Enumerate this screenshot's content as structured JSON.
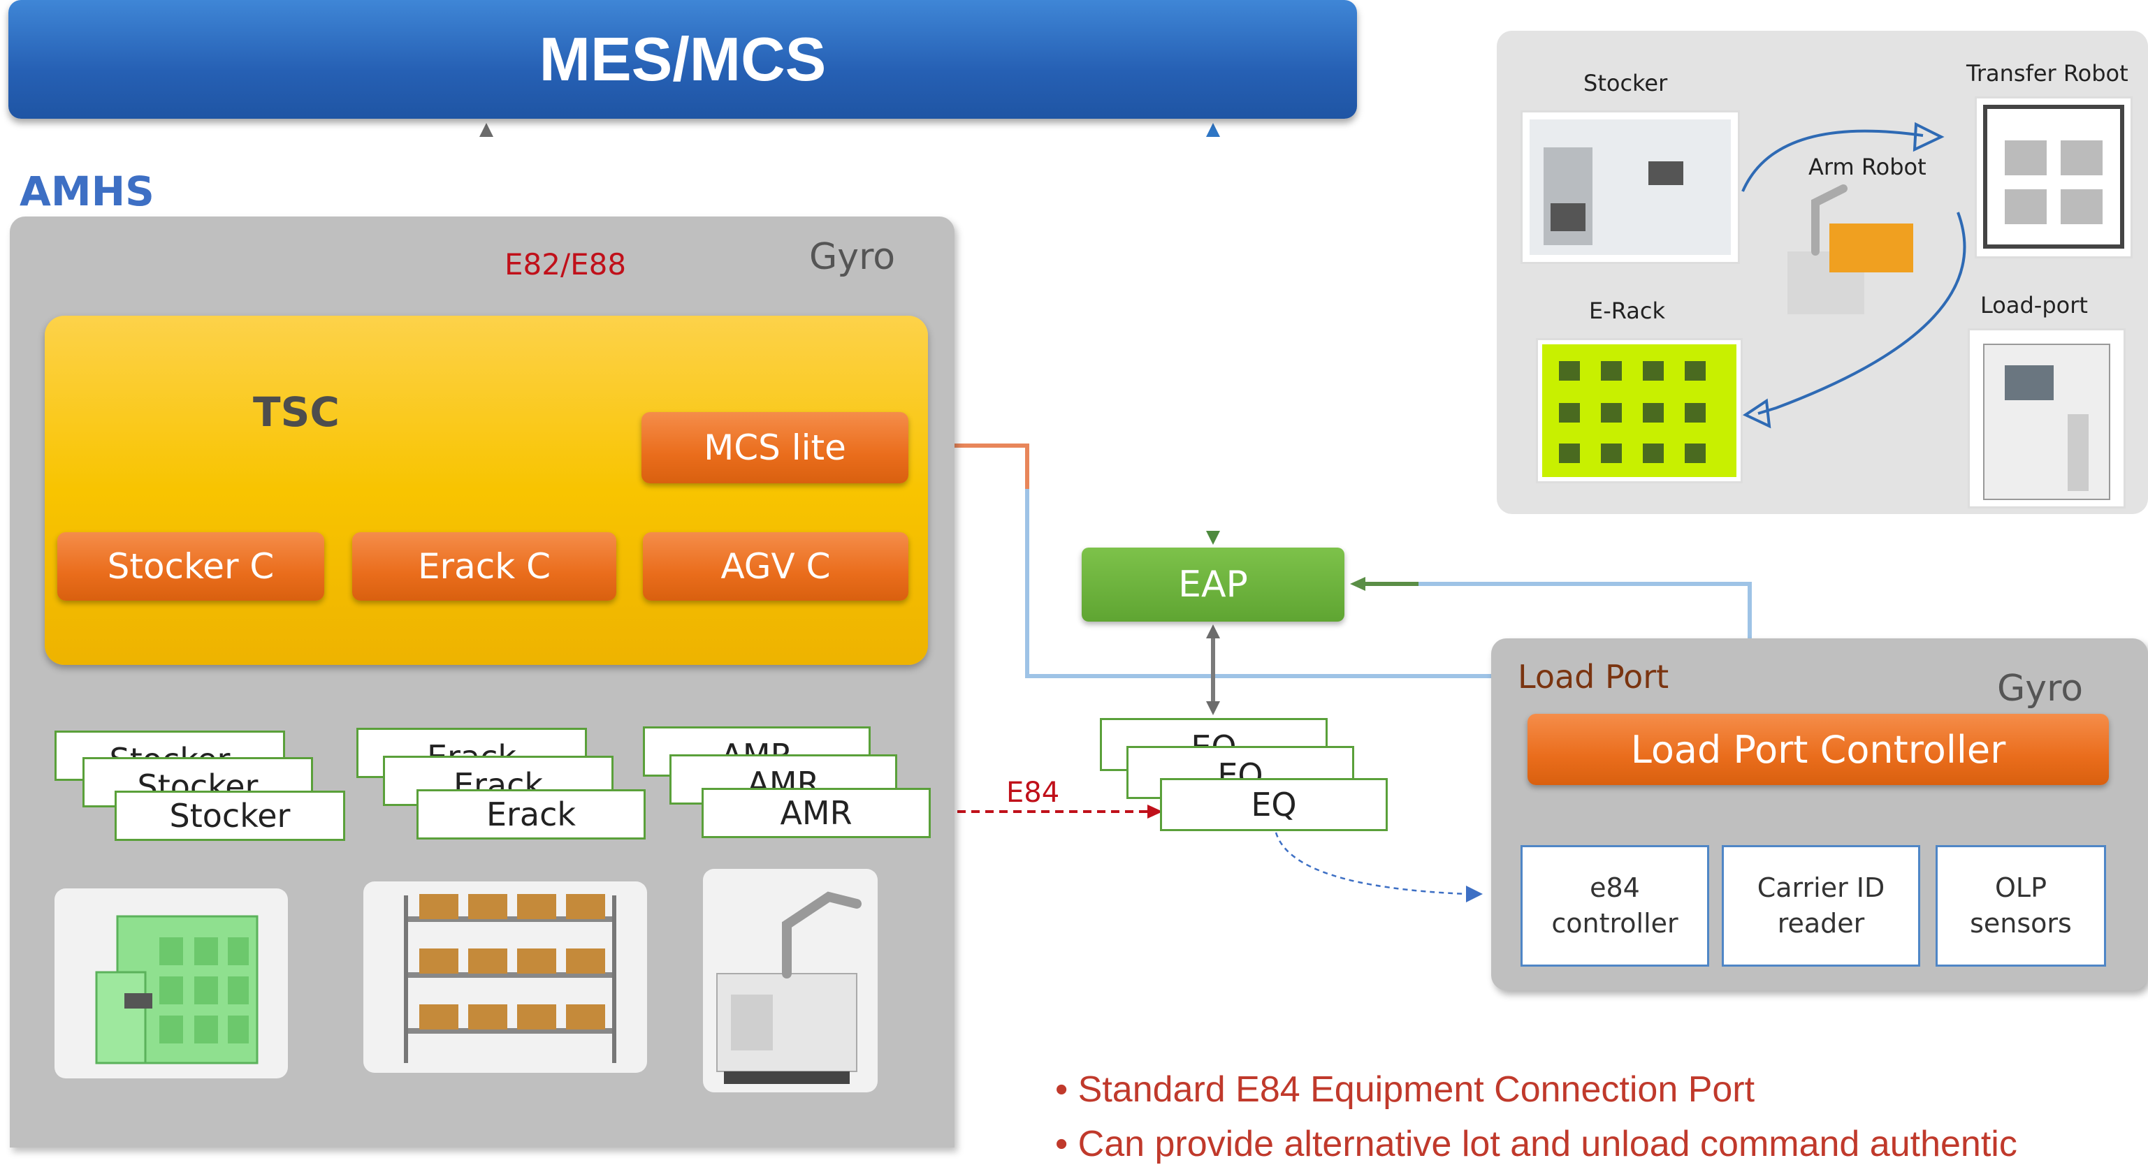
{
  "header": {
    "title": "MES/MCS"
  },
  "amhs": {
    "label": "AMHS",
    "gyro": "Gyro",
    "tsc": {
      "label": "TSC",
      "mcs_lite": "MCS lite",
      "controllers": [
        "Stocker C",
        "Erack C",
        "AGV C"
      ]
    },
    "protocol_mes": "E82/E88",
    "devices": {
      "stocker": [
        "Stocker",
        "Stocker",
        "Stocker"
      ],
      "erack": [
        "Erack",
        "Erack",
        "Erack"
      ],
      "amr": [
        "AMR",
        "AMR",
        "AMR"
      ]
    }
  },
  "eap": {
    "label": "EAP"
  },
  "equipment": {
    "items": [
      "EQ",
      "EQ",
      "EQ"
    ],
    "protocol": "E84"
  },
  "load_port": {
    "label": "Load Port",
    "gyro": "Gyro",
    "controller": "Load Port Controller",
    "sub_modules": [
      {
        "line1": "e84",
        "line2": "controller"
      },
      {
        "line1": "Carrier ID",
        "line2": "reader"
      },
      {
        "line1": "OLP",
        "line2": "sensors"
      }
    ]
  },
  "photo_panel": {
    "labels": {
      "stocker": "Stocker",
      "transfer_robot": "Transfer Robot",
      "arm_robot": "Arm Robot",
      "erack": "E-Rack",
      "load_port": "Load-port"
    }
  },
  "bullets": [
    "Standard E84 Equipment Connection Port",
    "Can provide alternative lot and unload command authentic"
  ],
  "colors": {
    "header_blue": "#2a66b8",
    "tsc_yellow": "#f8c400",
    "controller_orange": "#ea6d1c",
    "eap_green": "#5fa532",
    "protocol_red": "#c0101a",
    "connector_blue": "#9ec3e6",
    "panel_gray": "#bfbfbf"
  }
}
